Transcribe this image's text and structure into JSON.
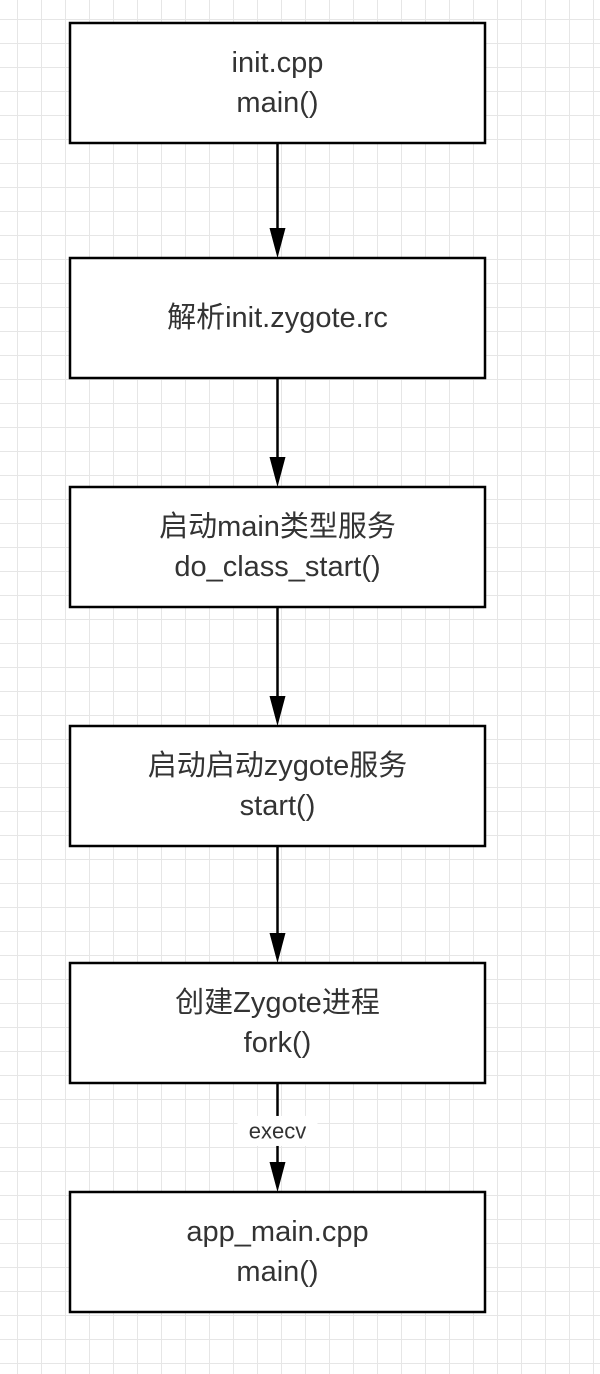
{
  "nodes": [
    {
      "lines": [
        "init.cpp",
        "main()"
      ]
    },
    {
      "lines": [
        "解析init.zygote.rc"
      ]
    },
    {
      "lines": [
        "启动main类型服务",
        "do_class_start()"
      ]
    },
    {
      "lines": [
        "启动启动zygote服务",
        "start()"
      ]
    },
    {
      "lines": [
        "创建Zygote进程",
        "fork()"
      ]
    },
    {
      "lines": [
        "app_main.cpp",
        "main()"
      ]
    }
  ],
  "edges": [
    {
      "from": 0,
      "to": 1,
      "label": ""
    },
    {
      "from": 1,
      "to": 2,
      "label": ""
    },
    {
      "from": 2,
      "to": 3,
      "label": ""
    },
    {
      "from": 3,
      "to": 4,
      "label": ""
    },
    {
      "from": 4,
      "to": 5,
      "label": "execv"
    }
  ]
}
